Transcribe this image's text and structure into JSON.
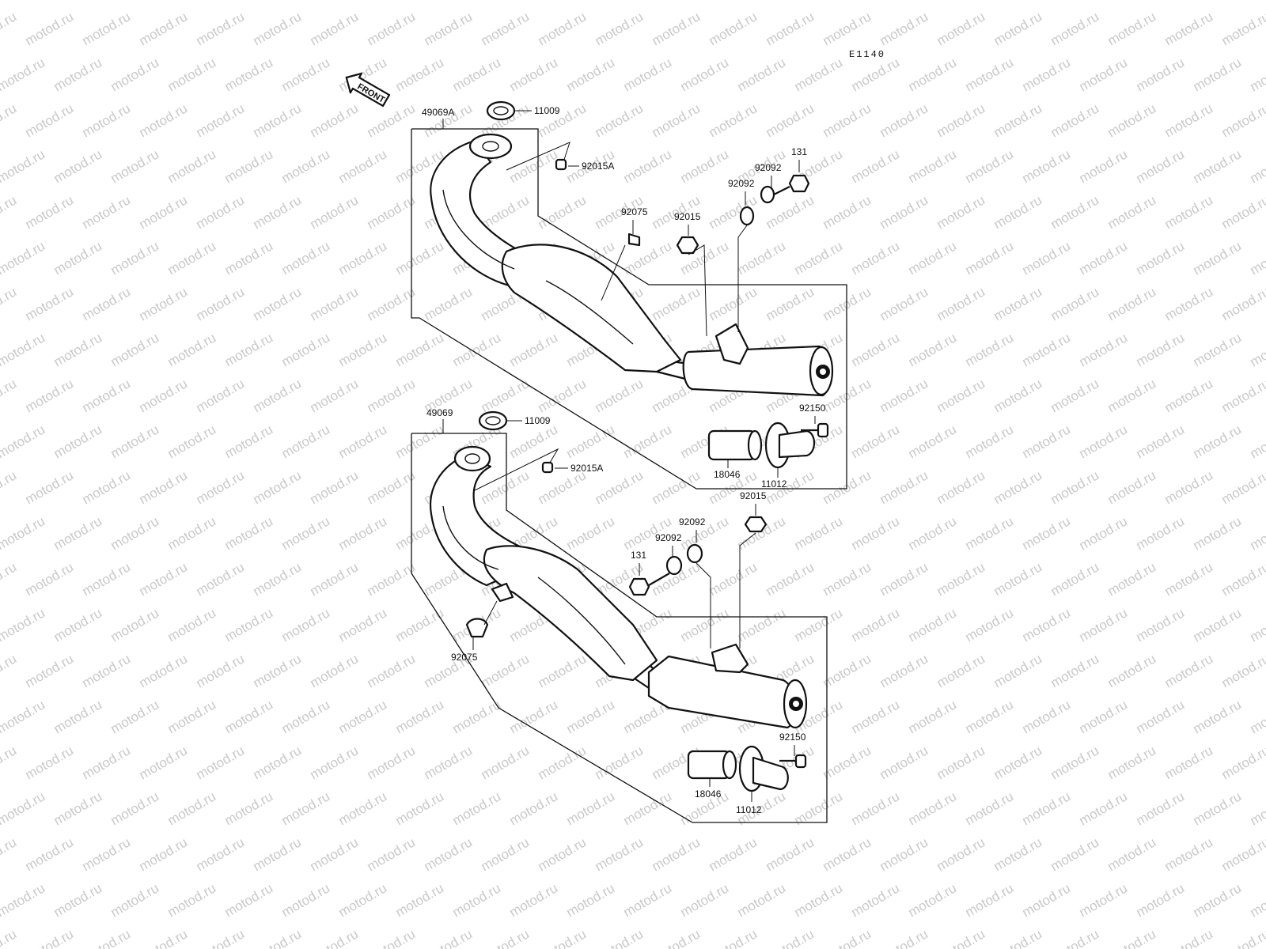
{
  "diagram": {
    "code": "E1140",
    "front_label": "FRONT",
    "watermark": "motod.ru",
    "upper": {
      "assembly": "49069A",
      "gasket": "11009",
      "nut_a": "92015A",
      "clamp": "92075",
      "nut": "92015",
      "damper_1": "92092",
      "damper_2": "92092",
      "bolt": "131",
      "pipe": "18046",
      "tail_cap": "11012",
      "cap_bolt": "92150"
    },
    "lower": {
      "assembly": "49069",
      "gasket": "11009",
      "nut_a": "92015A",
      "nut": "92015",
      "damper_1": "92092",
      "damper_2": "92092",
      "bolt": "131",
      "clamp": "92075",
      "cap_bolt": "92150",
      "pipe": "18046",
      "tail_cap": "11012"
    }
  }
}
